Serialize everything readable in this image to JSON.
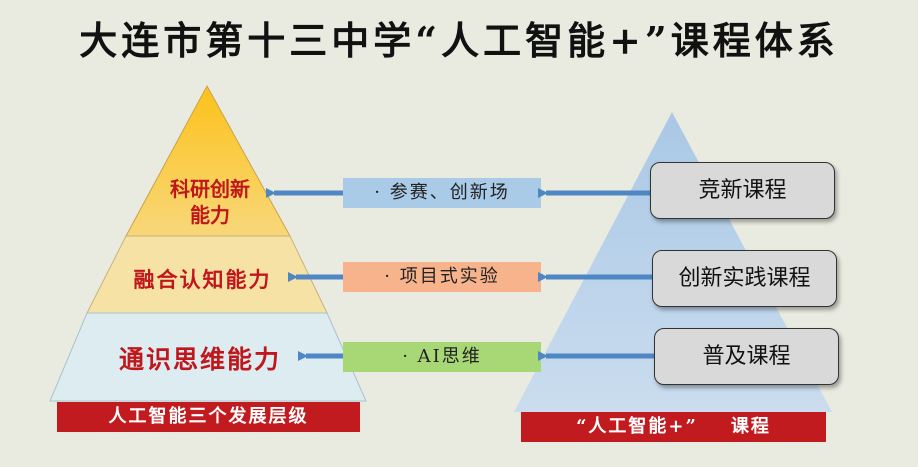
{
  "title": "大连市第十三中学“人工智能+”课程体系",
  "left_pyramid": {
    "levels": [
      {
        "label_line1": "科研创新",
        "label_line2": "能力"
      },
      {
        "label": "融合认知能力"
      },
      {
        "label": "通识思维能力"
      }
    ],
    "banner": "人工智能三个发展层级"
  },
  "middle": {
    "items": [
      "· 参赛、创新场",
      "· 项目式实验",
      "· AI思维"
    ]
  },
  "right_pyramid": {
    "courses": [
      "竞新课程",
      "创新实践课程",
      "普及课程"
    ],
    "banner": "“人工智能+”    课程"
  },
  "colors": {
    "pyramid_top": "#fcc21a",
    "pyramid_mid": "#f7e2a6",
    "pyramid_bottom": "#dcecf1",
    "right_pyramid": "#b9d3ec",
    "mid_box_1": "#a9cbe7",
    "mid_box_2": "#f7b38c",
    "mid_box_3": "#a8d776",
    "banner_red": "#c21b1f",
    "label_red": "#c0171c",
    "arrow_blue": "#4f87c5"
  }
}
